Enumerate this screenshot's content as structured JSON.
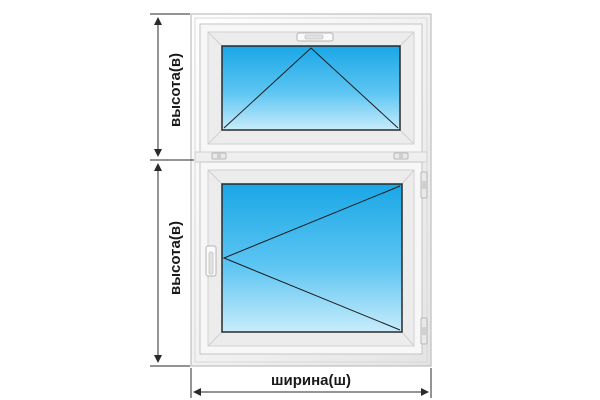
{
  "labels": {
    "top_height": "высота(в)",
    "bottom_height": "высота(в)",
    "width": "ширина(ш)"
  },
  "sashes": [
    {
      "name": "top-sash",
      "opening": "bottom-hung"
    },
    {
      "name": "bottom-sash",
      "opening": "side-hung-left"
    }
  ],
  "colors": {
    "frame": "#f4f4f4",
    "frame_shadow": "#c9c9c9",
    "glass_top": "#1aa7e6",
    "glass_bottom": "#c8ecfb",
    "dimension_lines": "#2a2a2a"
  }
}
